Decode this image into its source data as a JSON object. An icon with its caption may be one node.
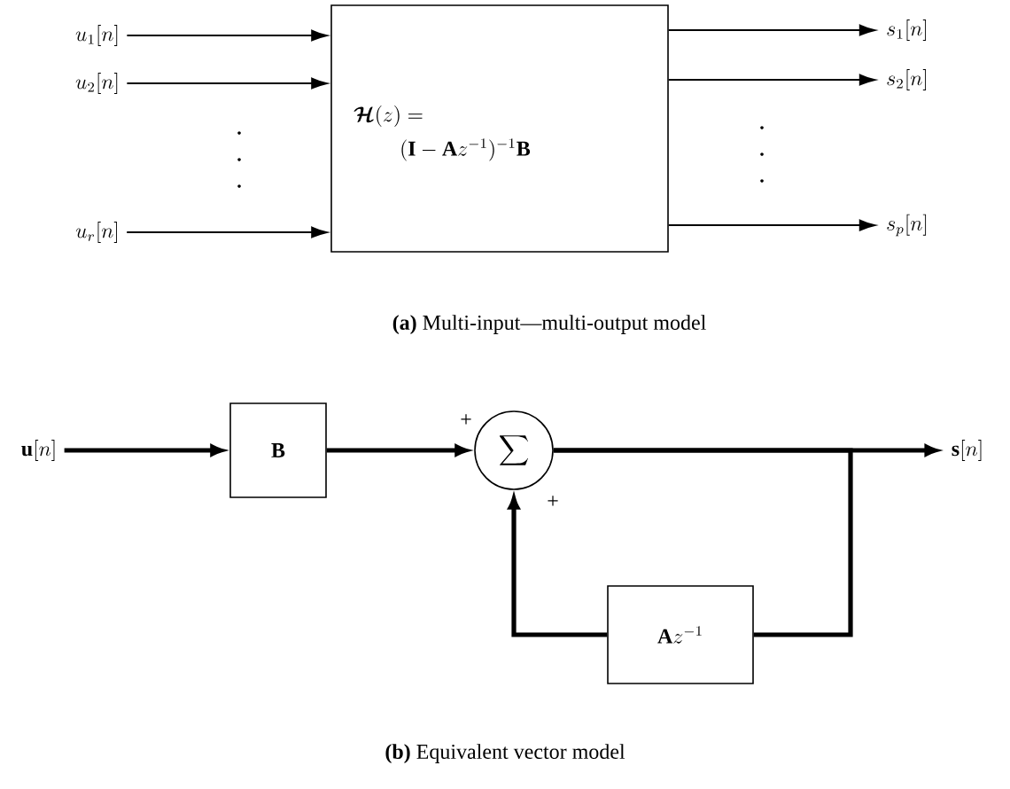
{
  "diagram": {
    "nodes": [
      {
        "text": [
          "u_1[n]"
        ]
      },
      {
        "text": [
          "u_2[n]"
        ]
      },
      {
        "text": [
          "u_r[n]"
        ]
      },
      {
        "text": [
          "\\bm{\\mathcal{H}}(z) =",
          "(\\mathbf{I} - \\mathbf{A}z^{-1})^{-1}\\mathbf{B}"
        ]
      },
      {
        "text": [
          "s_1[n]"
        ]
      },
      {
        "text": [
          "s_2[n]"
        ]
      },
      {
        "text": [
          "s_p[n]"
        ]
      },
      {
        "text": [
          "\\mathbf{u}[n]"
        ]
      },
      {
        "text": [
          "\\mathbf{B}"
        ]
      },
      {
        "text": [
          "\\sum"
        ]
      },
      {
        "text": [
          "\\mathbf{s}[n]"
        ]
      },
      {
        "text": [
          "\\mathbf{A}z^{-1}"
        ]
      }
    ],
    "edges": [
      {
        "from": 0,
        "to": 3,
        "arrow": "to"
      },
      {
        "from": 1,
        "to": 3,
        "arrow": "to"
      },
      {
        "from": 2,
        "to": 3,
        "arrow": "to"
      },
      {
        "from": 3,
        "to": 4,
        "arrow": "to"
      },
      {
        "from": 3,
        "to": 5,
        "arrow": "to"
      },
      {
        "from": 3,
        "to": 6,
        "arrow": "to"
      },
      {
        "from": 7,
        "to": 8,
        "arrow": "to",
        "style": "thick"
      },
      {
        "from": 8,
        "to": 9,
        "arrow": "to",
        "style": "thick"
      },
      {
        "from": 9,
        "to": 10,
        "arrow": "to",
        "style": "thick"
      },
      {
        "from": 9,
        "to": 11,
        "arrow": "none",
        "style": "thick"
      },
      {
        "from": 11,
        "to": 9,
        "arrow": "to",
        "style": "thick"
      }
    ],
    "labels": [
      "+",
      "+",
      "**(a)**   Multi-input—multi-output model",
      "**(b)**   Equivalent vector model"
    ]
  }
}
